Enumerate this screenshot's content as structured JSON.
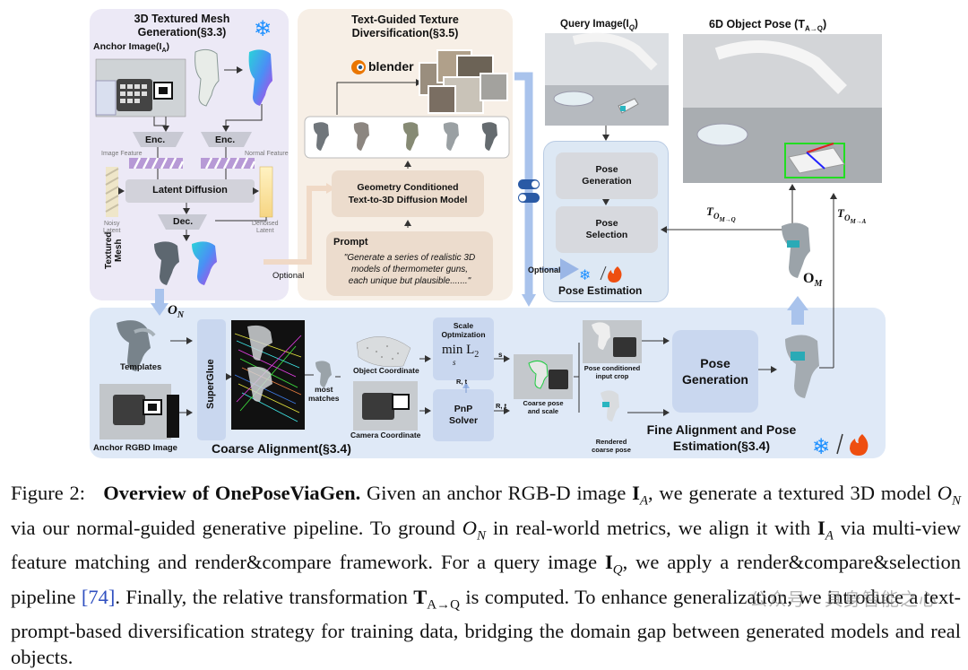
{
  "figure": {
    "mesh_panel": {
      "title_line1": "3D Textured Mesh",
      "title_line2": "Generation(§3.3)",
      "anchor_image_label": "Anchor Image(I",
      "anchor_image_sub": "A",
      "enc_left": "Enc.",
      "enc_right": "Enc.",
      "image_feature": "Image Feature",
      "normal_feature": "Normal Feature",
      "latent_diffusion": "Latent Diffusion",
      "noisy_latent_1": "Noisy",
      "noisy_latent_2": "Latent",
      "denoised_latent_1": "Denoised",
      "denoised_latent_2": "Latent",
      "dec": "Dec.",
      "textured_mesh_1": "Textured",
      "textured_mesh_2": "Mesh",
      "optional": "Optional"
    },
    "texture_panel": {
      "title_line1": "Text-Guided Texture",
      "title_line2": "Diversification(§3.5)",
      "blender": "blender",
      "geometry_line1": "Geometry Conditioned",
      "geometry_line2": "Text-to-3D Diffusion Model",
      "prompt_title": "Prompt",
      "prompt_line1": "\"Generate a series of realistic 3D",
      "prompt_line2": "models of thermometer guns,",
      "prompt_line3": "each unique but plausible.......\""
    },
    "pose_panel": {
      "query_image": "Query Image(I",
      "query_sub": "Q",
      "pose_generation_1": "Pose",
      "pose_generation_2": "Generation",
      "pose_selection_1": "Pose",
      "pose_selection_2": "Selection",
      "optional": "Optional",
      "pose_estimation": "Pose Estimation"
    },
    "result_panel": {
      "title": "6D Object Pose (T",
      "title_sub": "A→Q",
      "t_om_q": "T",
      "t_om_q_sub": "O",
      "t_om_q_sub2": "M→Q",
      "t_om_a": "T",
      "t_om_a_sub": "O",
      "t_om_a_sub2": "M→A",
      "om": "O",
      "om_sub": "M"
    },
    "align_panel": {
      "on": "O",
      "on_sub": "N",
      "templates": "Templates",
      "anchor_rgbd": "Anchor RGBD Image",
      "superglue": "SuperGlue",
      "most_matches_1": "most",
      "most_matches_2": "matches",
      "object_coordinate": "Object Coordinate",
      "camera_coordinate": "Camera Coordinate",
      "scale_opt_1": "Scale",
      "scale_opt_2": "Optmization",
      "min_l2": "min L",
      "min_l2_sub": "2",
      "min_s": "s",
      "s_label": "s",
      "rt_label_1": "R, t",
      "rt_label_2": "R, t",
      "pnp_1": "PnP",
      "pnp_2": "Solver",
      "coarse_pose_1": "Coarse pose",
      "coarse_pose_2": "and scale",
      "pose_cond_1": "Pose conditioned",
      "pose_cond_2": "input crop",
      "rendered_1": "Rendered",
      "rendered_2": "coarse pose",
      "pose_gen_1": "Pose",
      "pose_gen_2": "Generation",
      "coarse_alignment": "Coarse Alignment(§3.4)",
      "fine_1": "Fine Alignment and Pose",
      "fine_2": "Estimation(§3.4)"
    }
  },
  "caption": {
    "fig_label": "Figure 2:",
    "bold_title": "Overview of OnePoseViaGen.",
    "text_1": " Given an anchor RGB-D image ",
    "ia": "I",
    "ia_sub": "A",
    "text_2": ", we generate a textured 3D model ",
    "on": "O",
    "on_sub": "N",
    "text_3": " via our normal-guided generative pipeline. To ground ",
    "on2": "O",
    "on2_sub": "N",
    "text_4": " in real-world metrics, we align it with ",
    "ia2": "I",
    "ia2_sub": "A",
    "text_5": " via multi-view feature matching and render&compare framework. For a query image ",
    "iq": "I",
    "iq_sub": "Q",
    "text_6": ", we apply a render&compare&selection pipeline ",
    "ref": "[74]",
    "text_7": ". Finally, the relative transformation ",
    "taq": "T",
    "taq_sub": "A→Q",
    "text_8": " is computed. To enhance generalization, we introduce a text-prompt-based diversification strategy for training data, bridging the domain gap between generated models and real objects."
  },
  "watermark": "公众号 · 具身智能之心",
  "colors": {
    "panel_lavender": "#ece9f6",
    "panel_beige": "#f7efe6",
    "panel_blue": "#dfe9f7",
    "box_grey": "#dcdce0",
    "box_tan": "#ecdccd",
    "arrow_blue": "#a9c3ec",
    "ref_blue": "#3050c0"
  }
}
